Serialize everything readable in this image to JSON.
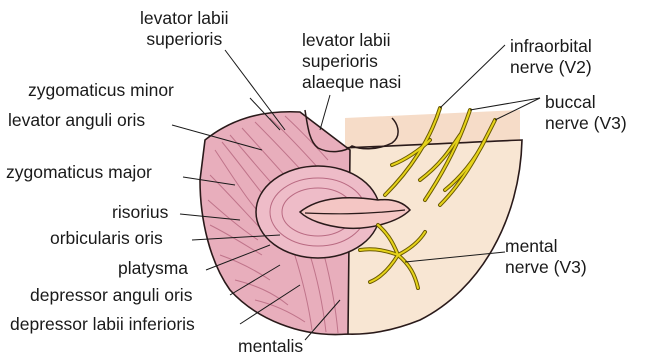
{
  "labels": {
    "levator_labii_superioris": [
      "levator labii",
      "superioris"
    ],
    "levator_labii_alaeque": [
      "levator labii",
      "superioris",
      "alaeque nasi"
    ],
    "infraorbital_nerve": [
      "infraorbital",
      "nerve (V2)"
    ],
    "buccal_nerve": [
      "buccal",
      "nerve (V3)"
    ],
    "zygomaticus_minor": "zygomaticus minor",
    "levator_anguli_oris": "levator anguli oris",
    "zygomaticus_major": "zygomaticus major",
    "risorius": "risorius",
    "orbicularis_oris": "orbicularis oris",
    "platysma": "platysma",
    "depressor_anguli_oris": "depressor anguli oris",
    "depressor_labii_inferioris": "depressor labii inferioris",
    "mentalis": "mentalis",
    "mental_nerve": [
      "mental",
      "nerve (V3)"
    ]
  },
  "colors": {
    "skin": "#f8e6d3",
    "skin_band": "#f6dcc8",
    "muscle": "#e8aebc",
    "muscle_dark": "#b96a82",
    "nerve": "#e6d31a",
    "nerve_outline": "#6b5a00",
    "lip": "#f4c6c4"
  }
}
